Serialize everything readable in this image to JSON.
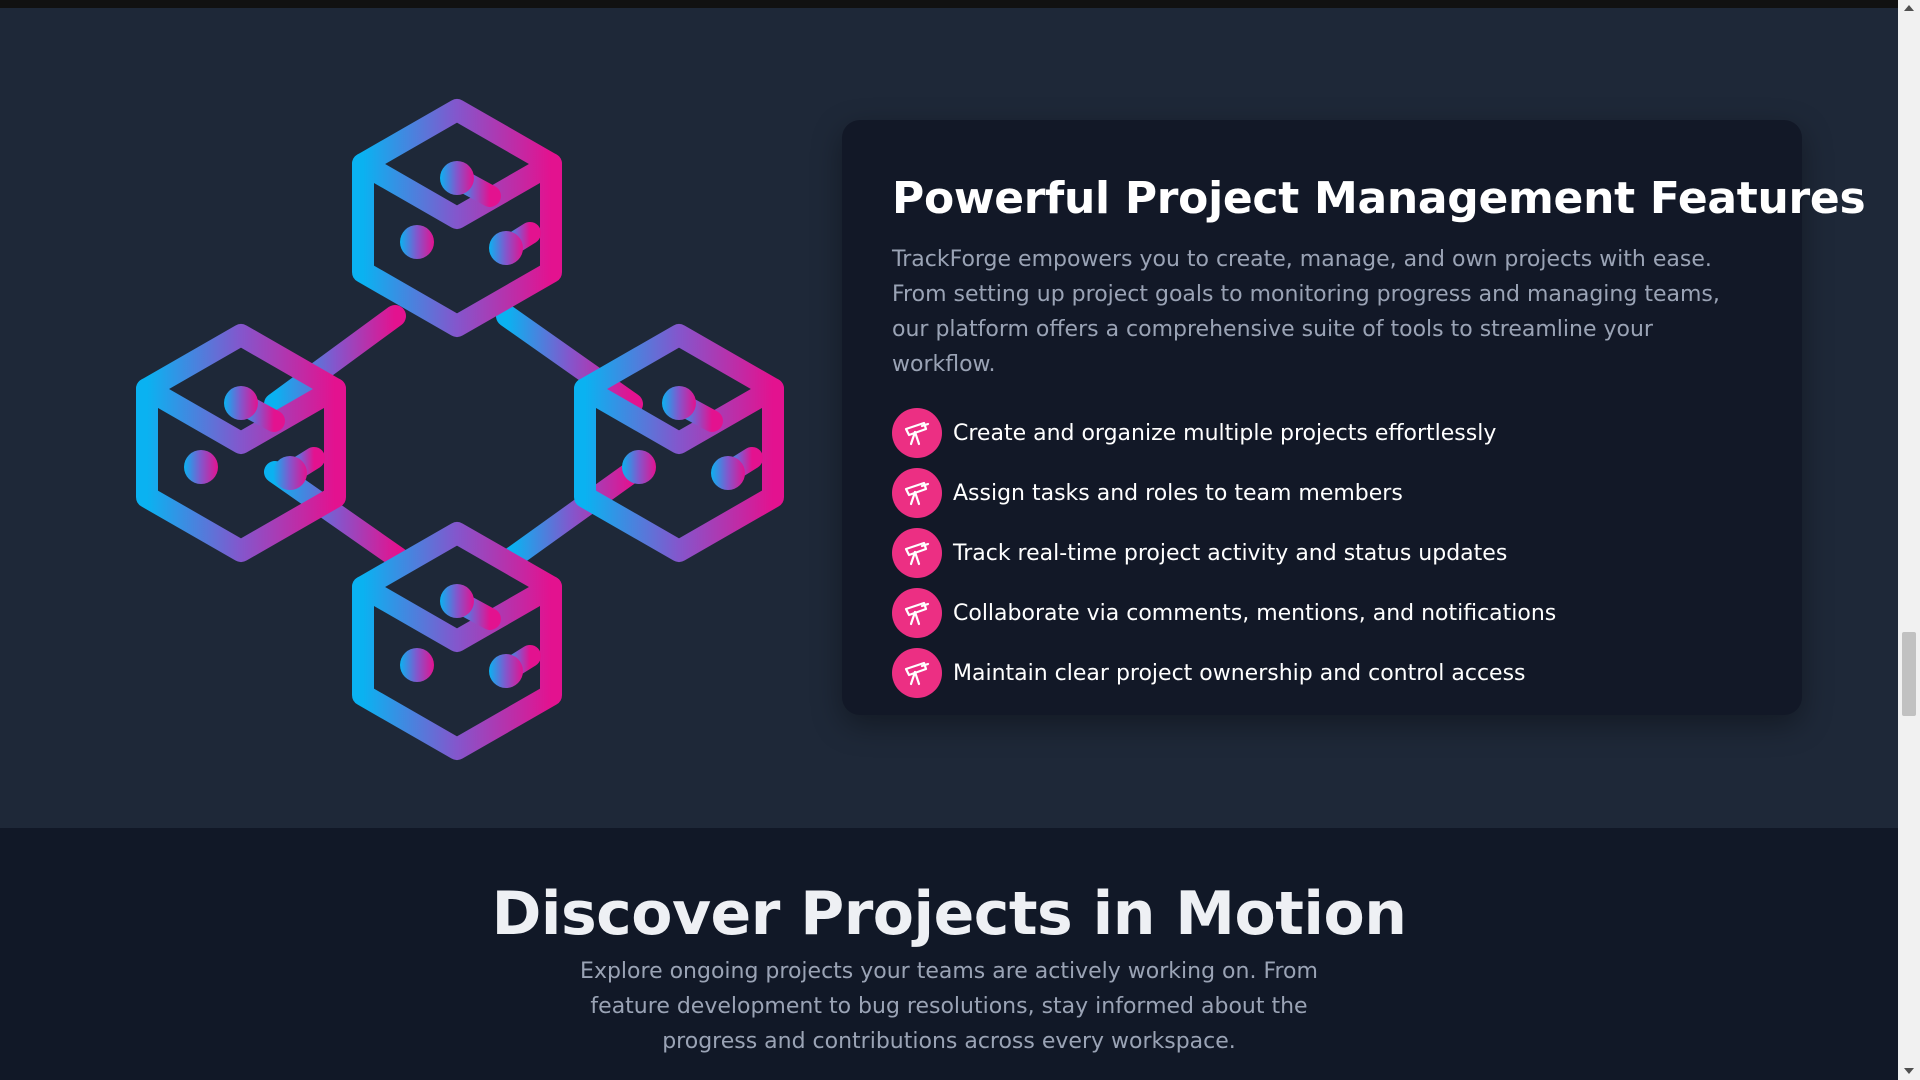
{
  "colors": {
    "section_bg": "#1e2838",
    "card_bg": "#121827",
    "discover_bg": "#111827",
    "accent_pink": "#ec2f83",
    "gradient_blue": "#0ab2f1",
    "gradient_purple": "#8456cc",
    "gradient_magenta": "#e3128f"
  },
  "illustration": {
    "icon": "connected-cubes-illustration"
  },
  "features": {
    "title": "Powerful Project Management Features",
    "description": "TrackForge empowers you to create, manage, and own projects with ease. From setting up project goals to monitoring progress and managing teams, our platform offers a comprehensive suite of tools to streamline your workflow.",
    "item_icon": "telescope-icon",
    "items": [
      {
        "text": "Create and organize multiple projects effortlessly"
      },
      {
        "text": "Assign tasks and roles to team members"
      },
      {
        "text": "Track real-time project activity and status updates"
      },
      {
        "text": "Collaborate via comments, mentions, and notifications"
      },
      {
        "text": "Maintain clear project ownership and control access"
      }
    ]
  },
  "discover": {
    "title": "Discover Projects in Motion",
    "description": "Explore ongoing projects your teams are actively working on. From feature development to bug resolutions, stay informed about the progress and contributions across every workspace."
  }
}
